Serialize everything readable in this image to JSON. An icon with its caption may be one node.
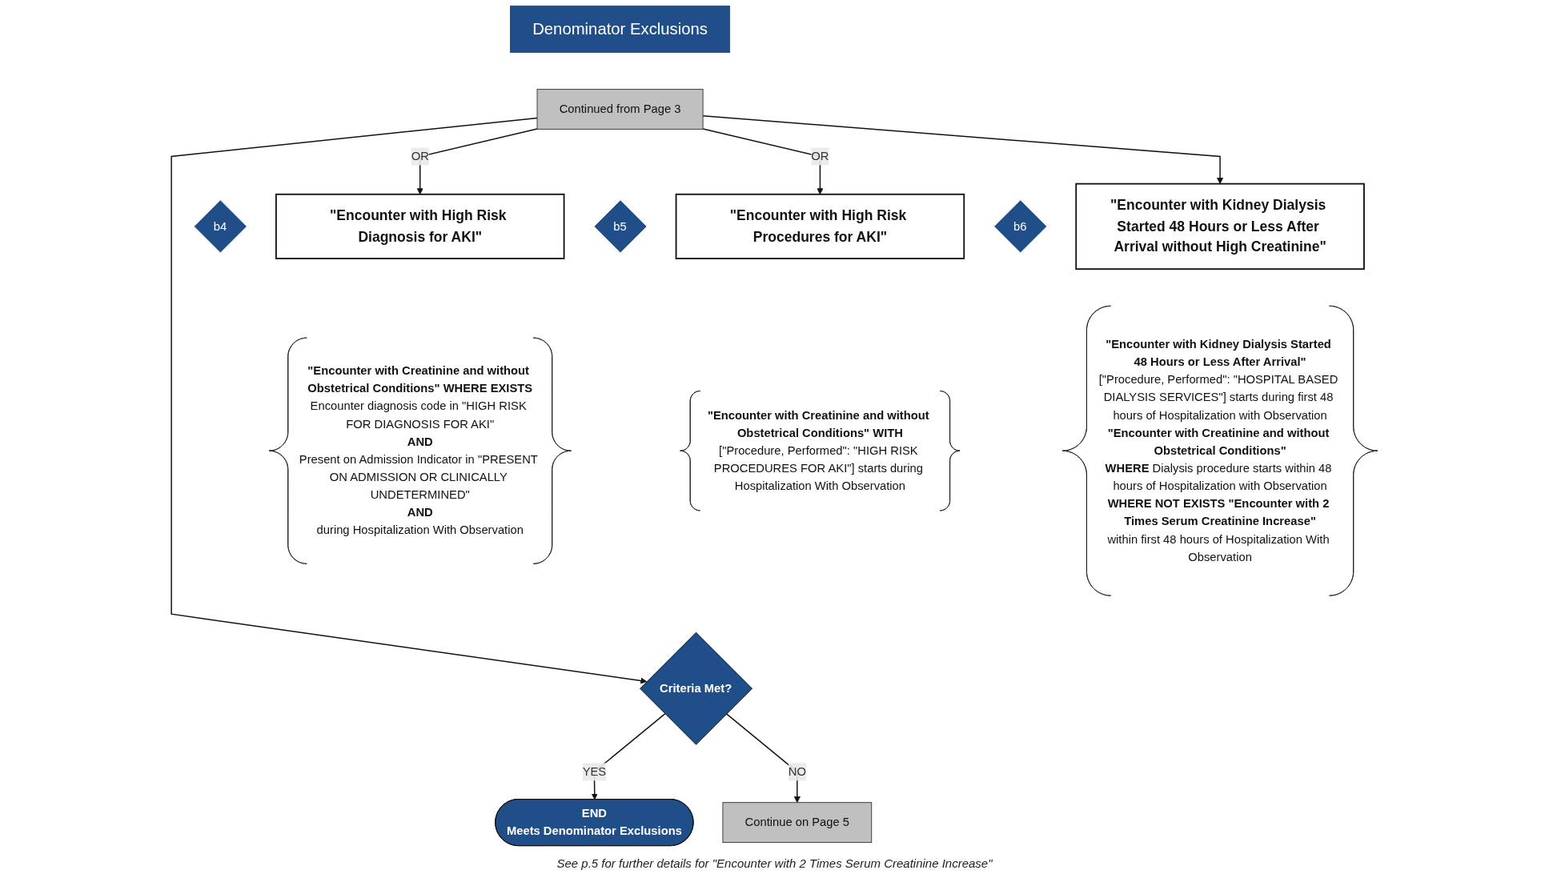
{
  "diagram": {
    "nodes": [
      {
        "text": [
          "Denominator Exclusions"
        ]
      },
      {
        "text": [
          "Continued from Page 3"
        ]
      },
      {
        "text": [
          "\"Encounter with Kidney Dialysis Started 48 Hours or Less After Arrival without High Creatinine\""
        ]
      },
      {
        "text": [
          "b4"
        ]
      },
      {
        "text": [
          "\"Encounter with High Risk Diagnosis for AKI\""
        ]
      },
      {
        "text": [
          "b5"
        ]
      },
      {
        "text": [
          "\"Encounter with High Risk Procedures for AKI\""
        ]
      },
      {
        "text": [
          "b6"
        ]
      },
      {
        "text": [
          "\"Encounter with Kidney Dialysis Started 48 Hours or Less After Arrival\"",
          "[\"Procedure, Performed\": \"HOSPITAL BASED DIALYSIS SERVICES\"] starts during first 48 hours of Hospitalization with Observation",
          "\"Encounter with Creatinine and without Obstetrical Conditions\"",
          "**WHERE** Dialysis procedure starts within 48 hours of Hospitalization with Observation",
          "WHERE NOT EXISTS \"Encounter with 2 Times Serum Creatinine Increase\"",
          "within first 48 hours of Hospitalization With Observation"
        ]
      },
      {
        "text": [
          "\"Encounter with Creatinine and without Obstetrical Conditions\" WHERE EXISTS",
          "Encounter diagnosis code in \"HIGH RISK FOR DIAGNOSIS FOR AKI\"",
          "AND",
          "Present on Admission Indicator in \"PRESENT ON ADMISSION OR CLINICALLY UNDETERMINED\"",
          "AND",
          "during Hospitalization With Observation"
        ]
      },
      {
        "text": [
          "\"Encounter with Creatinine and without Obstetrical Conditions\" WITH",
          "[\"Procedure, Performed\": \"HIGH RISK PROCEDURES FOR AKI\"] starts during Hospitalization With Observation"
        ]
      },
      {
        "text": [
          "END",
          "Meets Denominator Exclusions"
        ]
      },
      {
        "text": [
          "Criteria Met?"
        ]
      },
      {
        "text": [
          "Continue on Page 5"
        ]
      }
    ],
    "edges": [
      {
        "from": 1,
        "to": 2,
        "arrow": "to"
      },
      {
        "from": 1,
        "to": 4,
        "arrow": "to",
        "label": "OR"
      },
      {
        "from": 1,
        "to": 6,
        "arrow": "to",
        "label": "OR"
      },
      {
        "from": 1,
        "to": 12,
        "arrow": "to"
      },
      {
        "from": 12,
        "to": 11,
        "arrow": "to",
        "label": "YES"
      },
      {
        "from": 12,
        "to": 13,
        "arrow": "to",
        "label": "NO"
      }
    ],
    "labels": [
      "See p.5 for further details for \"Encounter with 2 Times Serum Creatinine Increase\""
    ]
  }
}
